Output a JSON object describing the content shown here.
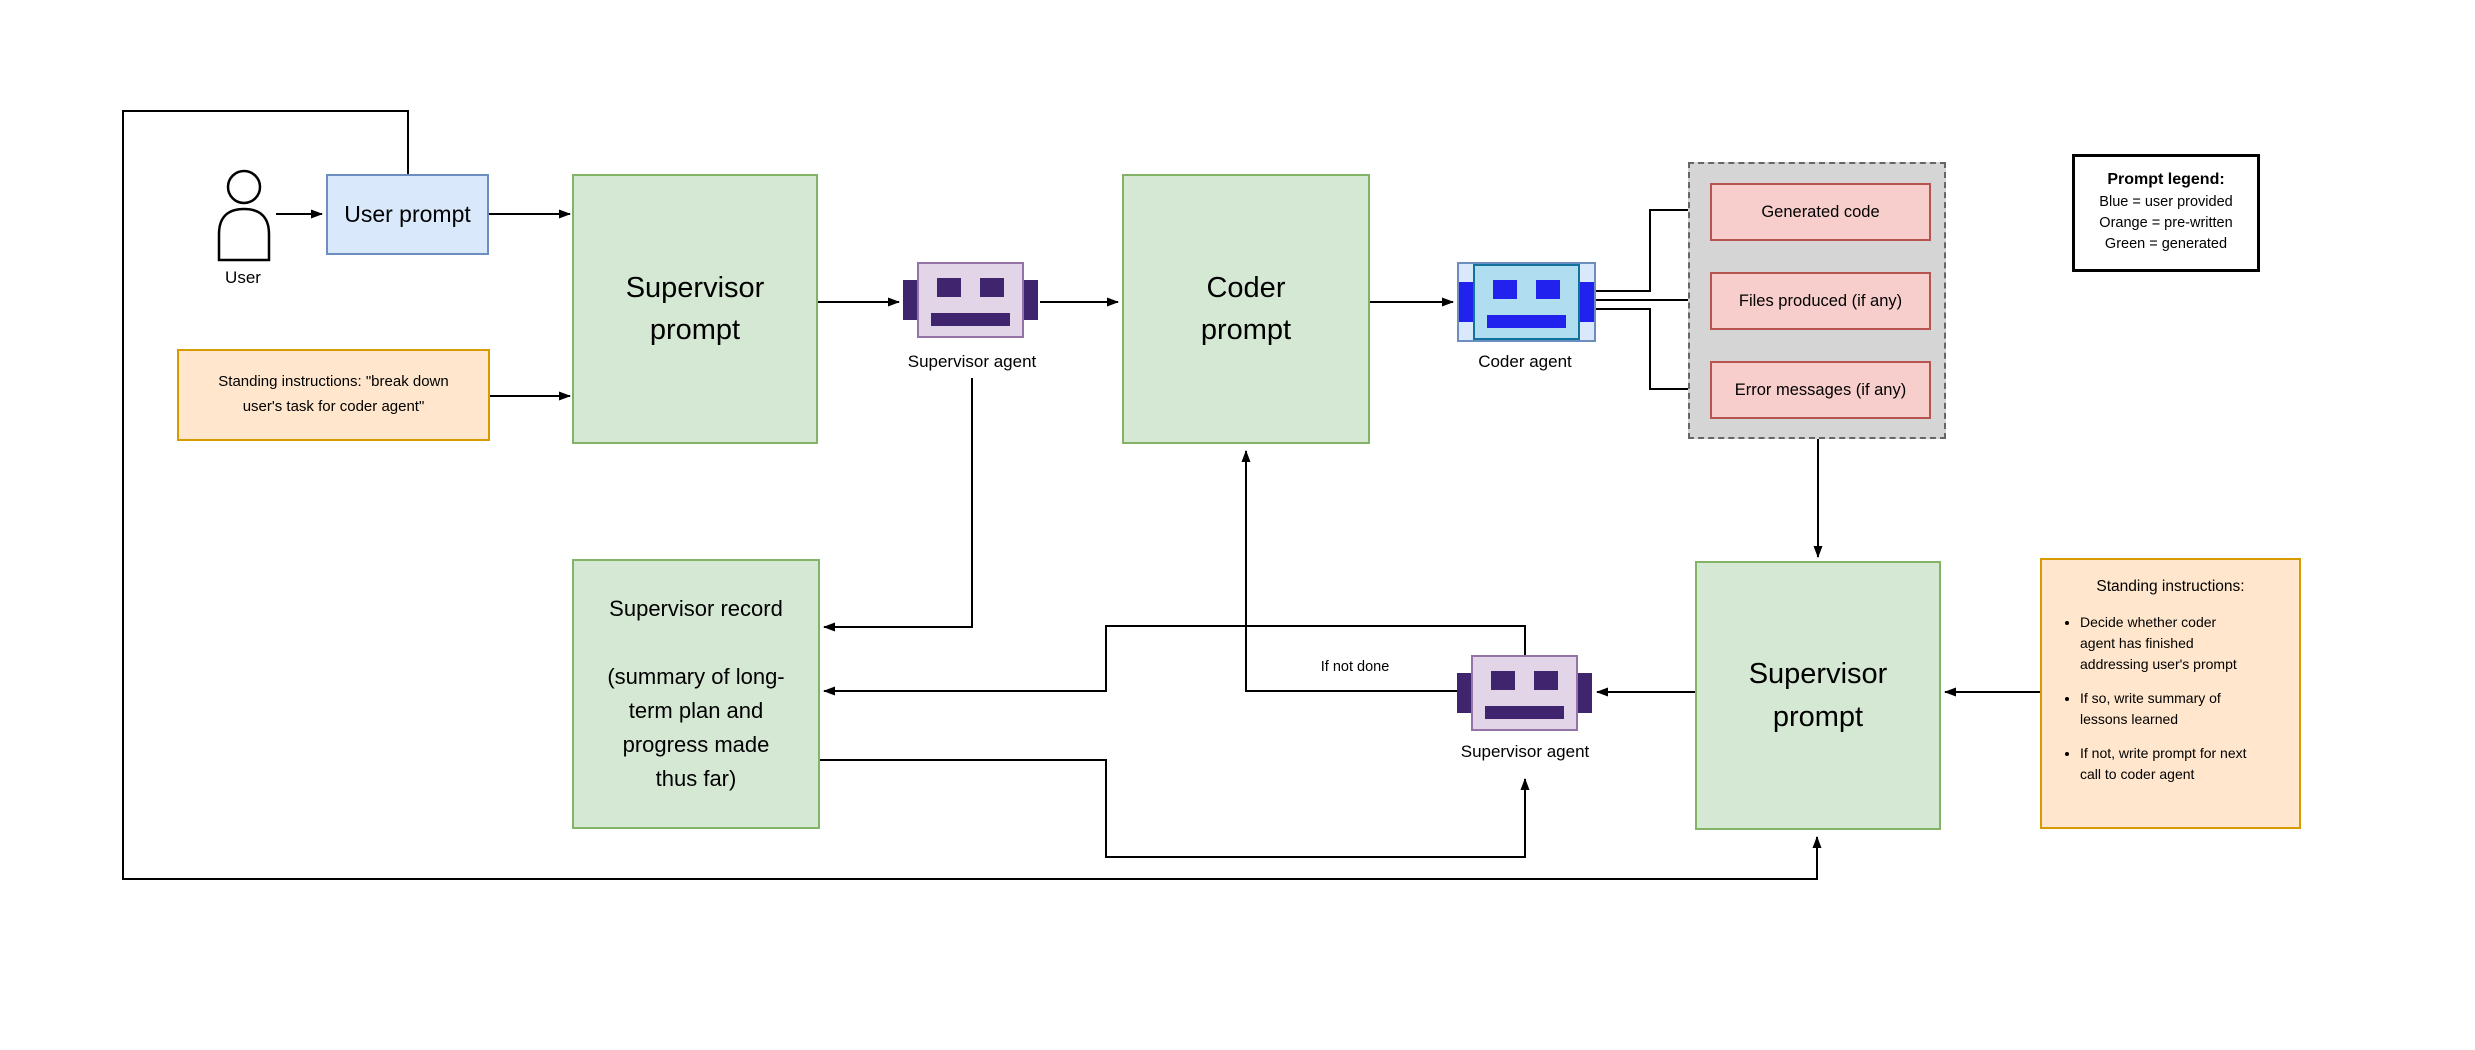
{
  "colors": {
    "background": "#ffffff",
    "line": "#000000",
    "green_fill": "#d5e8d4",
    "green_stroke": "#82b366",
    "blue_fill": "#dae8fc",
    "blue_stroke": "#6c8ebf",
    "orange_fill": "#ffe6cc",
    "orange_stroke": "#d79b00",
    "pink_fill": "#f8cecc",
    "pink_stroke": "#b85450",
    "gray_fill": "#d5d5d5",
    "gray_stroke": "#666666",
    "purple_robot_fill": "#e1d5e7",
    "purple_robot_stroke": "#9673a6",
    "purple_robot_dark": "#40246d",
    "blue_robot_fill": "#b1ddf0",
    "blue_robot_stroke": "#10739e",
    "blue_robot_dark": "#2222ee"
  },
  "nodes": {
    "user": {
      "label": "User"
    },
    "user_prompt": {
      "label": "User prompt"
    },
    "standing_instructions_left": {
      "label": "Standing instructions: \"break down\nuser's task for coder agent\""
    },
    "supervisor_prompt_left": {
      "label": "Supervisor\nprompt"
    },
    "supervisor_agent_top": {
      "label": "Supervisor agent"
    },
    "coder_prompt": {
      "label": "Coder\nprompt"
    },
    "coder_agent": {
      "label": "Coder agent"
    },
    "coder_outputs": {
      "items": [
        "Generated code",
        "Files produced (if any)",
        "Error messages (if any)"
      ]
    },
    "supervisor_record": {
      "title": "Supervisor record",
      "detail": "(summary of long-\nterm plan and\nprogress made\nthus far)"
    },
    "supervisor_agent_bottom": {
      "label": "Supervisor agent"
    },
    "supervisor_prompt_right": {
      "label": "Supervisor\nprompt"
    },
    "standing_instructions_right": {
      "title": "Standing instructions:",
      "bullets": [
        "Decide whether coder\nagent has finished\naddressing user's prompt",
        "If so, write summary of\nlessons learned",
        "If not, write prompt for next\ncall to coder agent"
      ]
    }
  },
  "edges": {
    "if_not_done_label": "If not done"
  },
  "legend": {
    "title": "Prompt legend:",
    "entries": [
      "Blue = user provided",
      "Orange = pre-written",
      "Green = generated"
    ]
  }
}
